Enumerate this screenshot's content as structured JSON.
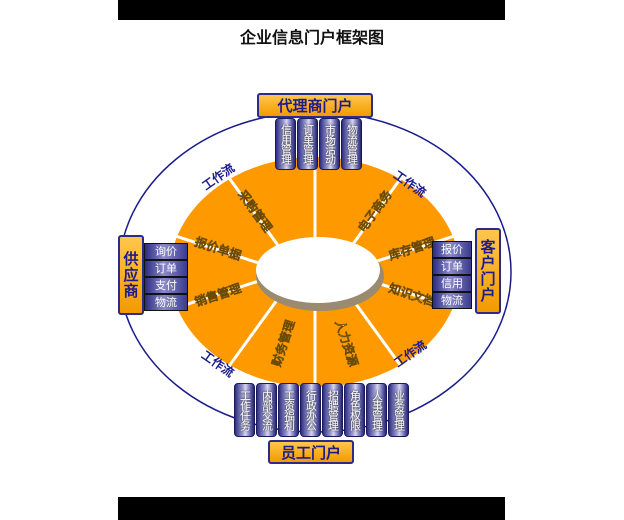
{
  "title": "企业信息门户框架图",
  "agent_portal": {
    "label": "代理商门户",
    "items": [
      "信用管理",
      "订单管理",
      "市场活动",
      "物流管理"
    ]
  },
  "customer_portal": {
    "label": "客户门户",
    "items": [
      "报价",
      "订单",
      "信用",
      "物流"
    ]
  },
  "supplier_portal": {
    "label": "供应商",
    "items": [
      "询价",
      "订单",
      "支付",
      "物流"
    ]
  },
  "employee_portal": {
    "label": "员工门户",
    "items": [
      "工作任务",
      "内部交流",
      "工资福利",
      "行政办公",
      "招聘管理",
      "角色权限",
      "人事管理",
      "业务管理"
    ]
  },
  "workflow_label": "工作流",
  "segments": [
    "采购管理",
    "电子商务",
    "库存管理",
    "知识文档",
    "人力资源",
    "财务管理",
    "销售管理",
    "报价单据"
  ],
  "colors": {
    "ring": "#ff9900",
    "portal_text": "#1b1b8c"
  }
}
